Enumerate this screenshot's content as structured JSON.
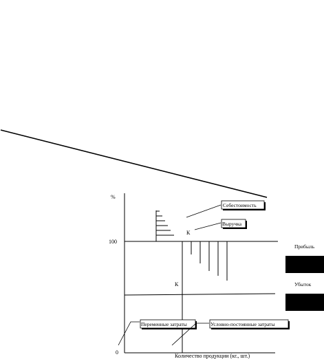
{
  "diagram": {
    "y_axis_label": "%",
    "y_tick_100": "100",
    "origin_label": "0",
    "x_axis_label": "Количество продукции (кг., шт.)",
    "point_label_upper": "К",
    "point_label_lower": "К",
    "labels": {
      "cost": "Себестоимость",
      "revenue": "Выручка",
      "profit": "Прибыль",
      "loss": "Убыток",
      "variable_costs": "Переменные затраты",
      "fixed_costs": "Условно-постоянные затраты"
    },
    "legend_swatch_color": "#000000"
  }
}
